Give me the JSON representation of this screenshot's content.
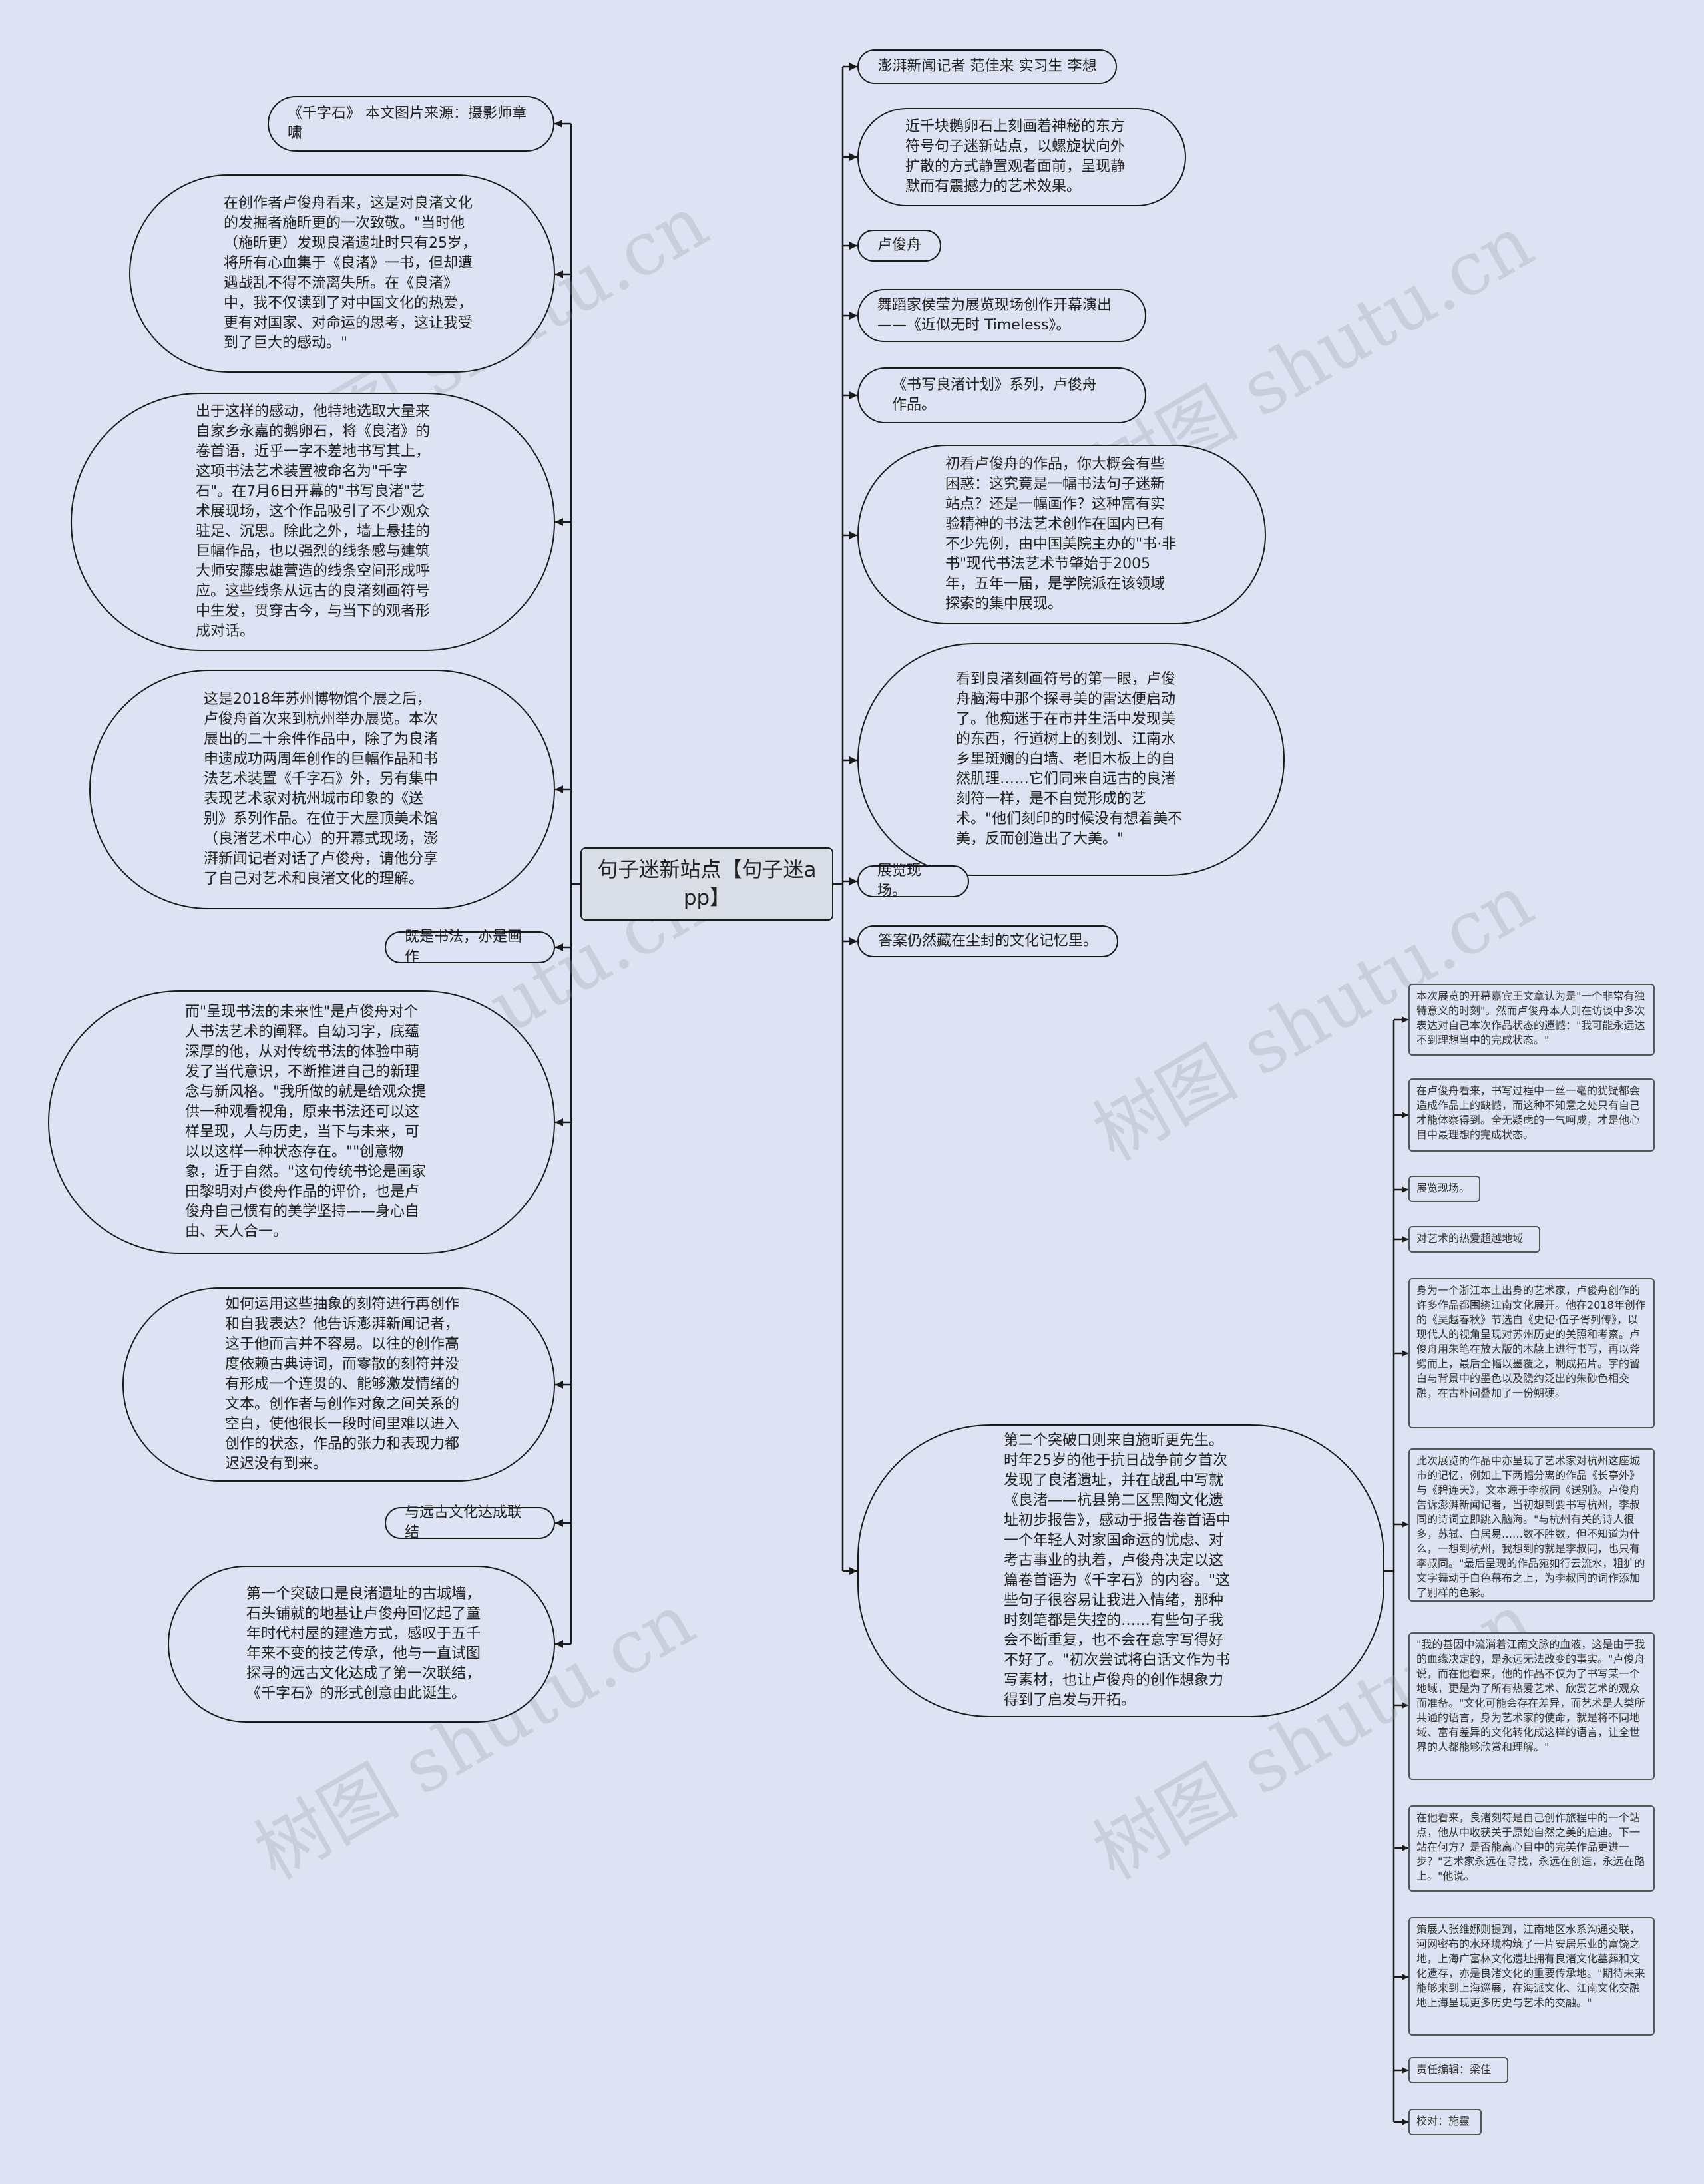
{
  "center": {
    "text": "句子迷新站点【句子迷app】"
  },
  "watermark": "树图 shutu.cn",
  "left_nodes": [
    {
      "text": "《千字石》 本文图片来源：摄影师章啸"
    },
    {
      "text": "在创作者卢俊舟看来，这是对良渚文化的发掘者施昕更的一次致敬。\"当时他（施昕更）发现良渚遗址时只有25岁，将所有心血集于《良渚》一书，但却遭遇战乱不得不流离失所。在《良渚》中，我不仅读到了对中国文化的热爱，更有对国家、对命运的思考，这让我受到了巨大的感动。\""
    },
    {
      "text": "出于这样的感动，他特地选取大量来自家乡永嘉的鹅卵石，将《良渚》的卷首语，近乎一字不差地书写其上，这项书法艺术装置被命名为\"千字石\"。在7月6日开幕的\"书写良渚\"艺术展现场，这个作品吸引了不少观众驻足、沉思。除此之外，墙上悬挂的巨幅作品，也以强烈的线条感与建筑大师安藤忠雄营造的线条空间形成呼应。这些线条从远古的良渚刻画符号中生发，贯穿古今，与当下的观者形成对话。"
    },
    {
      "text": "这是2018年苏州博物馆个展之后，卢俊舟首次来到杭州举办展览。本次展出的二十余件作品中，除了为良渚申遗成功两周年创作的巨幅作品和书法艺术装置《千字石》外，另有集中表现艺术家对杭州城市印象的《送别》系列作品。在位于大屋顶美术馆（良渚艺术中心）的开幕式现场，澎湃新闻记者对话了卢俊舟，请他分享了自己对艺术和良渚文化的理解。"
    },
    {
      "text": "既是书法，亦是画作"
    },
    {
      "text": "而\"呈现书法的未来性\"是卢俊舟对个人书法艺术的阐释。自幼习字，底蕴深厚的他，从对传统书法的体验中萌发了当代意识，不断推进自己的新理念与新风格。\"我所做的就是给观众提供一种观看视角，原来书法还可以这样呈现，人与历史，当下与未来，可以以这样一种状态存在。\"\"创意物象，近于自然。\"这句传统书论是画家田黎明对卢俊舟作品的评价，也是卢俊舟自己惯有的美学坚持——身心自由、天人合一。"
    },
    {
      "text": "如何运用这些抽象的刻符进行再创作和自我表达？他告诉澎湃新闻记者，这于他而言并不容易。以往的创作高度依赖古典诗词，而零散的刻符并没有形成一个连贯的、能够激发情绪的文本。创作者与创作对象之间关系的空白，使他很长一段时间里难以进入创作的状态，作品的张力和表现力都迟迟没有到来。"
    },
    {
      "text": "与远古文化达成联结"
    },
    {
      "text": "第一个突破口是良渚遗址的古城墙，石头铺就的地基让卢俊舟回忆起了童年时代村屋的建造方式，感叹于五千年来不变的技艺传承，他与一直试图探寻的远古文化达成了第一次联结，《千字石》的形式创意由此诞生。"
    }
  ],
  "right_nodes": [
    {
      "text": "澎湃新闻记者 范佳来 实习生 李想"
    },
    {
      "text": "近千块鹅卵石上刻画着神秘的东方符号句子迷新站点，以螺旋状向外扩散的方式静置观者面前，呈现静默而有震撼力的艺术效果。"
    },
    {
      "text": "卢俊舟"
    },
    {
      "text": "舞蹈家侯莹为展览现场创作开幕演出——《近似无时 Timeless》。"
    },
    {
      "text": "《书写良渚计划》系列，卢俊舟作品。"
    },
    {
      "text": "初看卢俊舟的作品，你大概会有些困惑：这究竟是一幅书法句子迷新站点？还是一幅画作？这种富有实验精神的书法艺术创作在国内已有不少先例，由中国美院主办的\"书·非书\"现代书法艺术节肇始于2005年，五年一届，是学院派在该领域探索的集中展现。"
    },
    {
      "text": "看到良渚刻画符号的第一眼，卢俊舟脑海中那个探寻美的雷达便启动了。他痴迷于在市井生活中发现美的东西，行道树上的刻划、江南水乡里斑斓的白墙、老旧木板上的自然肌理……它们同来自远古的良渚刻符一样，是不自觉形成的艺术。\"他们刻印的时候没有想着美不美，反而创造出了大美。\""
    },
    {
      "text": "展览现场。"
    },
    {
      "text": "答案仍然藏在尘封的文化记忆里。"
    },
    {
      "text": "第二个突破口则来自施昕更先生。时年25岁的他于抗日战争前夕首次发现了良渚遗址，并在战乱中写就《良渚——杭县第二区黑陶文化遗址初步报告》，感动于报告卷首语中一个年轻人对家国命运的忧虑、对考古事业的执着，卢俊舟决定以这篇卷首语为《千字石》的内容。\"这些句子很容易让我进入情绪，那种时刻笔都是失控的……有些句子我会不断重复，也不会在意字写得好不好了。\"初次尝试将白话文作为书写素材，也让卢俊舟的创作想象力得到了启发与开拓。"
    }
  ],
  "small_nodes": [
    {
      "text": "本次展览的开幕嘉宾王文章认为是\"一个非常有独特意义的时刻\"。然而卢俊舟本人则在访谈中多次表达对自己本次作品状态的遗憾：\"我可能永远达不到理想当中的完成状态。\""
    },
    {
      "text": "在卢俊舟看来，书写过程中一丝一毫的犹疑都会造成作品上的缺憾，而这种不知意之处只有自己才能体察得到。全无疑虑的一气呵成，才是他心目中最理想的完成状态。"
    },
    {
      "text": "展览现场。"
    },
    {
      "text": "对艺术的热爱超越地域"
    },
    {
      "text": "身为一个浙江本土出身的艺术家，卢俊舟创作的许多作品都围绕江南文化展开。他在2018年创作的《吴越春秋》节选自《史记·伍子胥列传》，以现代人的视角呈现对苏州历史的关照和考察。卢俊舟用朱笔在放大版的木牍上进行书写，再以斧劈而上，最后全幅以墨覆之，制成拓片。字的留白与背景中的墨色以及隐约泛出的朱砂色相交融，在古朴间叠加了一份朔硬。"
    },
    {
      "text": "此次展览的作品中亦呈现了艺术家对杭州这座城市的记忆，例如上下两幅分离的作品《长亭外》与《碧连天》，文本源于李叔同《送别》。卢俊舟告诉澎湃新闻记者，当初想到要书写杭州，李叔同的诗词立即跳入脑海。\"与杭州有关的诗人很多，苏轼、白居易……数不胜数，但不知道为什么，一想到杭州，我想到的就是李叔同，也只有李叔同。\"最后呈现的作品宛如行云流水，粗犷的文字舞动于白色幕布之上，为李叔同的词作添加了别样的色彩。"
    },
    {
      "text": "\"我的基因中流淌着江南文脉的血液，这是由于我的血缘决定的，是永远无法改变的事实。\"卢俊舟说，而在他看来，他的作品不仅为了书写某一个地域，更是为了所有热爱艺术、欣赏艺术的观众而准备。\"文化可能会存在差异，而艺术是人类所共通的语言，身为艺术家的使命，就是将不同地域、富有差异的文化转化成这样的语言，让全世界的人都能够欣赏和理解。\""
    },
    {
      "text": "在他看来，良渚刻符是自己创作旅程中的一个站点，他从中收获关于原始自然之美的启迪。下一站在何方？是否能离心目中的完美作品更进一步？\"艺术家永远在寻找，永远在创造，永远在路上。\"他说。"
    },
    {
      "text": "策展人张维娜则提到，江南地区水系沟通交联，河网密布的水环境构筑了一片安居乐业的富饶之地，上海广富林文化遗址拥有良渚文化墓葬和文化遗存，亦是良渚文化的重要传承地。\"期待未来能够来到上海巡展，在海派文化、江南文化交融地上海呈现更多历史与艺术的交融。\""
    },
    {
      "text": "责任编辑：梁佳"
    },
    {
      "text": "校对：施靈"
    }
  ]
}
